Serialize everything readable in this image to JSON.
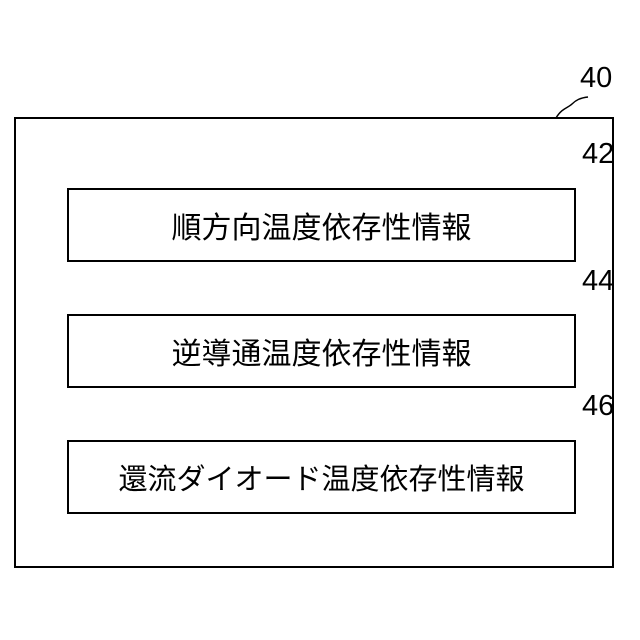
{
  "outer_block": {
    "reference": "40"
  },
  "blocks": [
    {
      "reference": "42",
      "label": "順方向温度依存性情報"
    },
    {
      "reference": "44",
      "label": "逆導通温度依存性情報"
    },
    {
      "reference": "46",
      "label": "還流ダイオード温度依存性情報"
    }
  ]
}
